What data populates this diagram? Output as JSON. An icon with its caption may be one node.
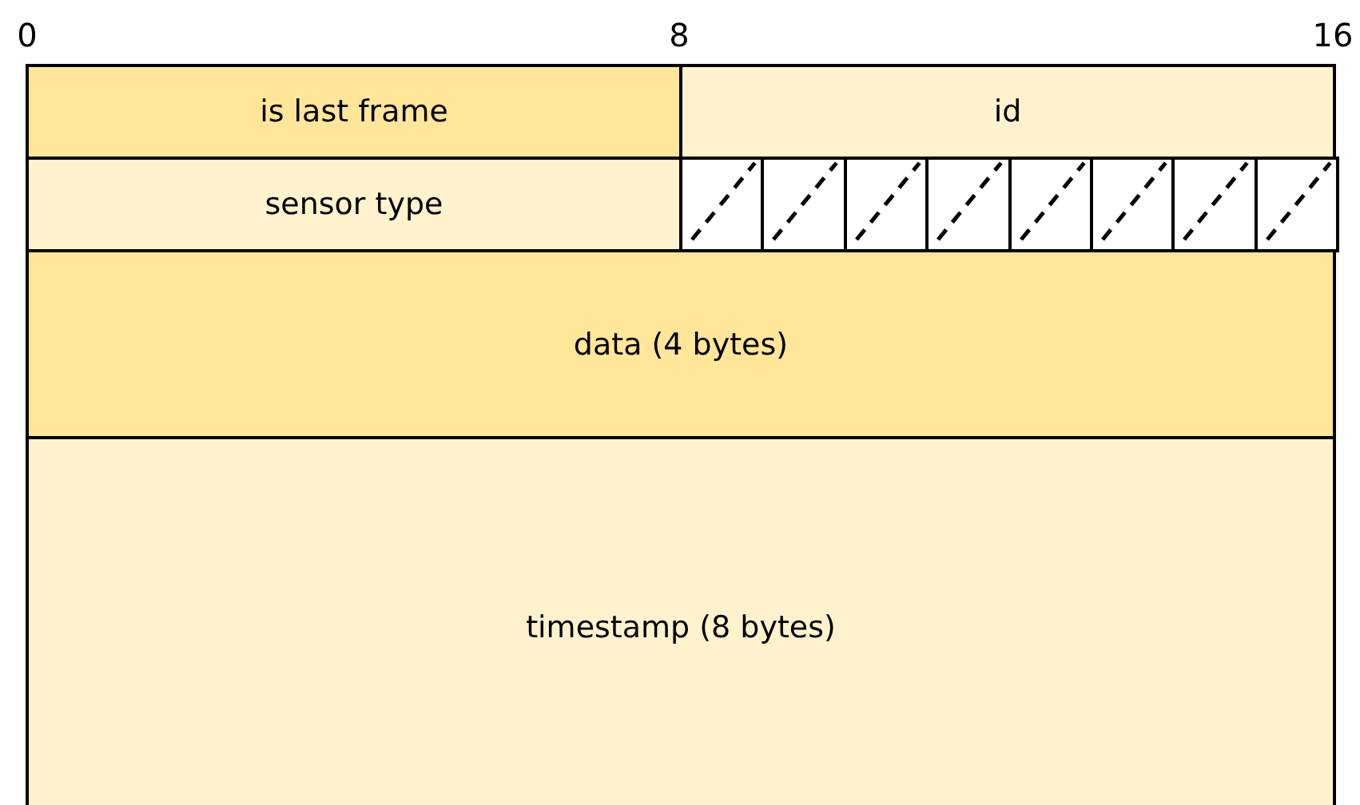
{
  "diagram": {
    "nodes": [
      {
        "text": [
          "is last frame"
        ]
      },
      {
        "text": [
          "id"
        ]
      },
      {
        "text": [
          "sensor type"
        ]
      },
      {
        "text": [],
        "shape": "box"
      },
      {
        "text": [],
        "shape": "box"
      },
      {
        "text": [],
        "shape": "box"
      },
      {
        "text": [],
        "shape": "box"
      },
      {
        "text": [],
        "shape": "box"
      },
      {
        "text": [],
        "shape": "box"
      },
      {
        "text": [],
        "shape": "box"
      },
      {
        "text": [],
        "shape": "box"
      },
      {
        "text": [
          "data (4 bytes)"
        ]
      },
      {
        "text": [
          "timestamp (8 bytes)"
        ]
      }
    ],
    "labels": [
      "0",
      "8",
      "16"
    ]
  }
}
